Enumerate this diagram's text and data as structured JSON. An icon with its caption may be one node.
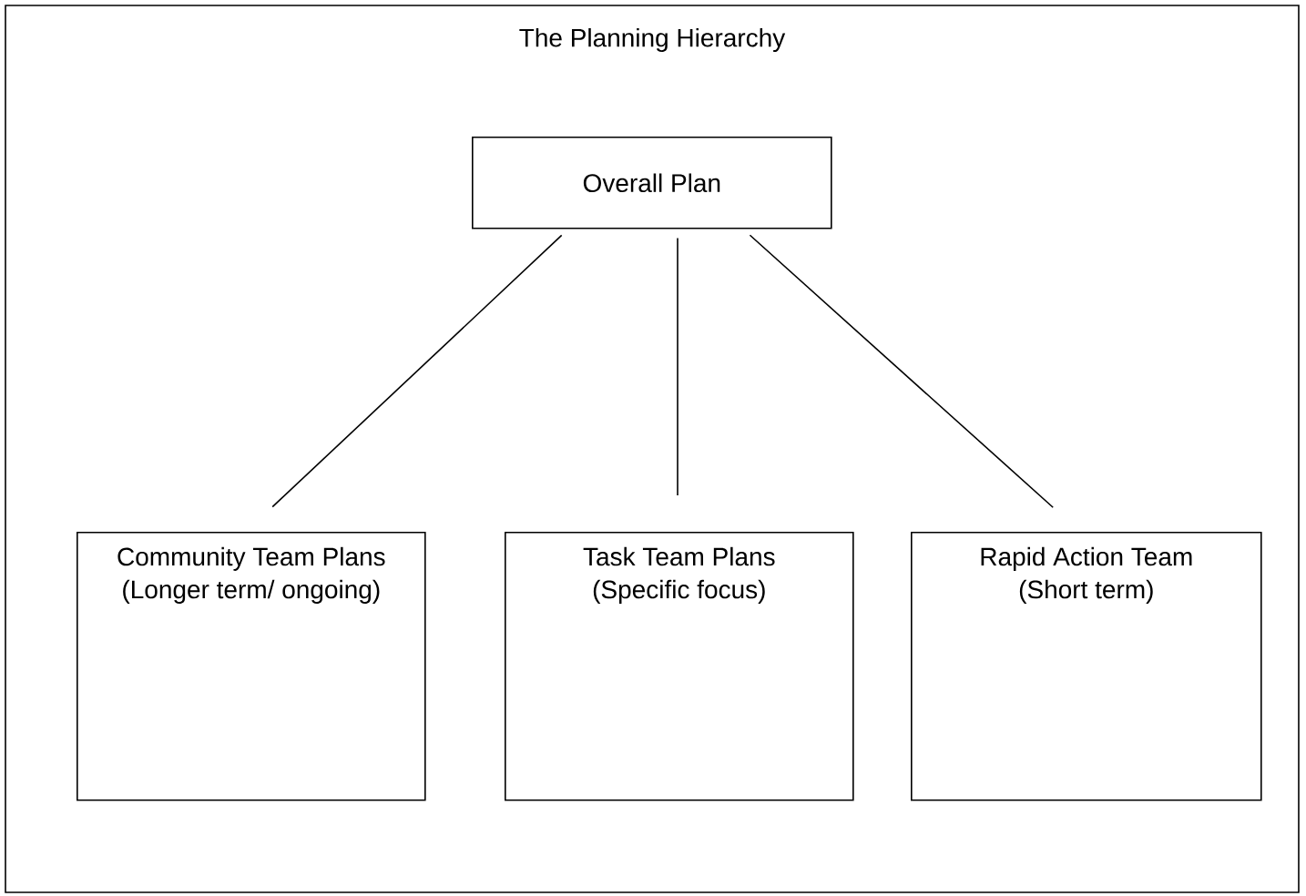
{
  "diagram": {
    "title": "The Planning Hierarchy",
    "nodes": [
      {
        "text": [
          "Overall Plan"
        ]
      },
      {
        "text": [
          "Community Team Plans",
          "(Longer term/ ongoing)"
        ]
      },
      {
        "text": [
          "Task Team Plans",
          "(Specific focus)"
        ]
      },
      {
        "text": [
          "Rapid Action Team",
          "(Short term)"
        ]
      }
    ],
    "edges": [
      {
        "from": 0,
        "to": 1,
        "arrow": "none"
      },
      {
        "from": 0,
        "to": 2,
        "arrow": "none"
      },
      {
        "from": 0,
        "to": 3,
        "arrow": "none"
      }
    ]
  }
}
